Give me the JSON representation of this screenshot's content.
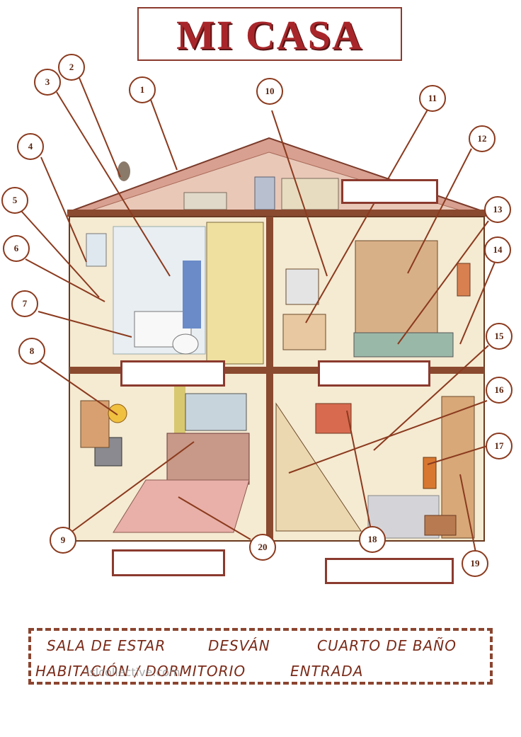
{
  "title": "MI CASA",
  "callouts": [
    "1",
    "2",
    "3",
    "4",
    "5",
    "6",
    "7",
    "8",
    "9",
    "10",
    "11",
    "12",
    "13",
    "14",
    "15",
    "16",
    "17",
    "18",
    "19",
    "20"
  ],
  "word_bank": {
    "words": [
      "SALA DE ESTAR",
      "DESVÁN",
      "CUARTO DE BAÑO",
      "HABITACIÓN / DORMITORIO",
      "ENTRADA"
    ]
  },
  "watermark": "islcollective.com",
  "colors": {
    "border": "#8b3a2e",
    "title": "#a8262a",
    "roof": "#c9796a",
    "wall": "#f3e6c4"
  }
}
